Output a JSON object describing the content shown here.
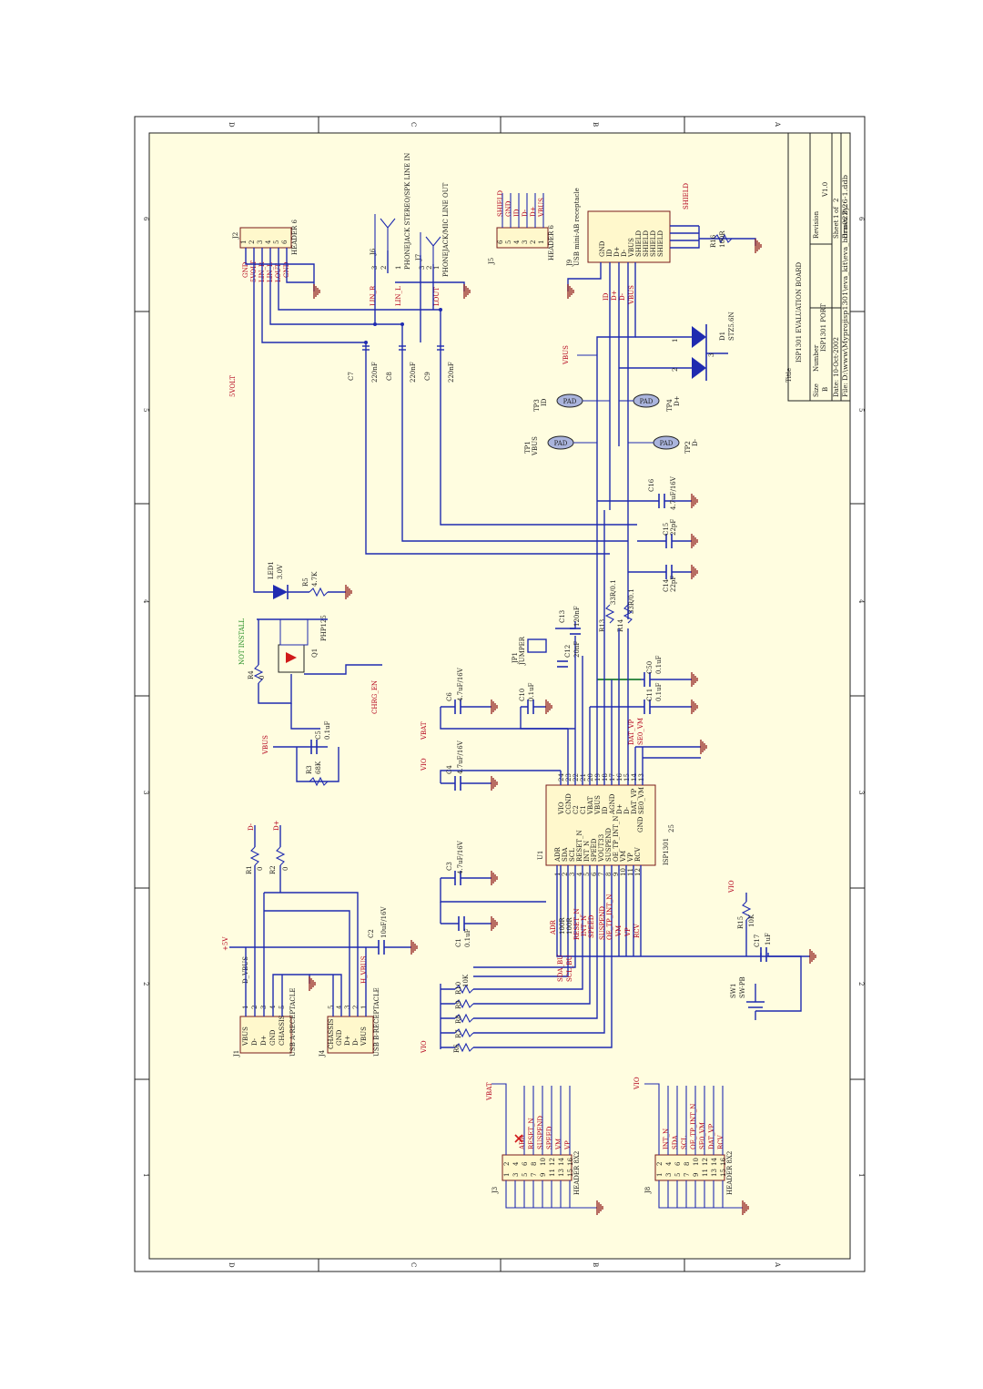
{
  "title_block": {
    "title_label": "Title",
    "title": "ISP1301 EVALUATION BOARD",
    "size_label": "Size",
    "size": "B",
    "number_label": "Number",
    "number": "ISP1301 PORT",
    "revision_label": "Revision",
    "revision": "V1.0",
    "date_label": "Date:",
    "date": "10-Oct-2002",
    "sheet_label": "Sheet",
    "sheet": "1",
    "of_label": "of",
    "sheets": "2",
    "file_label": "File:",
    "file": "D:\\www\\Myprojisp1301\\eva_kit\\eva_bdrn022\\26-1.ddb",
    "drawn_by_label": "Drawn By:"
  },
  "frame": {
    "zones_numbers": [
      "1",
      "2",
      "3",
      "4",
      "5",
      "6"
    ],
    "zones_letters": [
      "A",
      "B",
      "C",
      "D"
    ]
  },
  "parts": {
    "j2": {
      "ref": "J2",
      "value": "HEADER 6",
      "pins": [
        "1",
        "2",
        "3",
        "4",
        "5",
        "6"
      ],
      "nets": [
        "GND",
        "5VOLT",
        "LIN_R",
        "LIN_L",
        "LOUT",
        "GND"
      ]
    },
    "j5": {
      "ref": "J5",
      "value": "HEADER 6",
      "pins": [
        "6",
        "5",
        "4",
        "3",
        "2",
        "1"
      ],
      "nets": [
        "SHIELD",
        "GND",
        "ID",
        "D-",
        "D+",
        "VBUS"
      ]
    },
    "j9": {
      "ref": "J9",
      "value": "USB mini-AB receptacle",
      "pins": [
        "GND",
        "ID",
        "D+",
        "D-",
        "VBUS"
      ],
      "shields": [
        "SHIELD",
        "SHIELD",
        "SHIELD",
        "SHIELD"
      ],
      "nets": [
        "ID",
        "D+",
        "D-",
        "VBUS"
      ]
    },
    "j6": {
      "ref": "J6",
      "value": "PHONEJACK STEREO/SPK LINE IN",
      "pins": [
        "3",
        "2",
        "1"
      ]
    },
    "j7": {
      "ref": "J7",
      "value": "PHONEJACK/MIC LINE OUT",
      "pins": [
        "3",
        "2",
        "1"
      ]
    },
    "r16": {
      "ref": "R16",
      "value": "100R"
    },
    "shield_net": "SHIELD",
    "d1": {
      "ref": "D1",
      "value": "STZ5.6N",
      "pins": [
        "1",
        "2",
        "3"
      ]
    },
    "tp1": {
      "ref": "TP1",
      "net": "VBUS",
      "body": "PAD"
    },
    "tp2": {
      "ref": "TP2",
      "net": "D-",
      "body": "PAD"
    },
    "tp3": {
      "ref": "TP3",
      "net": "ID",
      "body": "PAD"
    },
    "tp4": {
      "ref": "TP4",
      "net": "D+",
      "body": "PAD"
    },
    "vbus_net": "VBUS",
    "c7": {
      "ref": "C7",
      "value": "220nF"
    },
    "c8": {
      "ref": "C8",
      "value": "220nF"
    },
    "c9": {
      "ref": "C9",
      "value": "220nF"
    },
    "lin_r": "LIN_R",
    "lin_l": "LIN_L",
    "lout": "LOUT",
    "c16": {
      "ref": "C16",
      "value": "4.7uF/16V"
    },
    "c15": {
      "ref": "C15",
      "value": "22pF"
    },
    "c14": {
      "ref": "C14",
      "value": "22pF"
    },
    "r13": {
      "ref": "R13",
      "value": "33R/0.1"
    },
    "r14": {
      "ref": "R14",
      "value": "33R/0.1"
    },
    "c13": {
      "ref": "C13",
      "value": "120nF"
    },
    "c12": {
      "ref": "C12",
      "value": "20nF"
    },
    "jp1": {
      "ref": "JP1",
      "value": "JUMPER"
    },
    "c50": {
      "ref": "C50",
      "value": "0.1uF"
    },
    "c11": {
      "ref": "C11",
      "value": "0.1uF"
    },
    "c10": {
      "ref": "C10",
      "value": "0.1uF"
    },
    "c6": {
      "ref": "C6",
      "value": "4.7uF/16V"
    },
    "c4": {
      "ref": "C4",
      "value": "4.7uF/16V"
    },
    "c3": {
      "ref": "C3",
      "value": "4.7uF/16V"
    },
    "c1": {
      "ref": "C1",
      "value": "0.1uF"
    },
    "c2": {
      "ref": "C2",
      "value": "10uF/16V"
    },
    "c5": {
      "ref": "C5",
      "value": "0.1uF"
    },
    "c17": {
      "ref": "C17",
      "value": "1uF"
    },
    "five_volt": "5VOLT",
    "led1": {
      "ref": "LED1",
      "value": "3.0V"
    },
    "r5": {
      "ref": "R5",
      "value": "4.7K"
    },
    "q1": {
      "ref": "Q1",
      "value": "PHP125",
      "not_install": "NOT INSTALL"
    },
    "r4": {
      "ref": "R4",
      "value": "0"
    },
    "r3": {
      "ref": "R3",
      "value": "68K"
    },
    "chrg_en": "CHRG_EN",
    "vbat": "VBAT",
    "vio": "VIO",
    "u1": {
      "ref": "U1",
      "value": "ISP1301",
      "left_pins": [
        {
          "num": "1",
          "name": "ADR"
        },
        {
          "num": "2",
          "name": "SDA"
        },
        {
          "num": "3",
          "name": "SCL"
        },
        {
          "num": "4",
          "name": "RESET_N"
        },
        {
          "num": "5",
          "name": "INT_N"
        },
        {
          "num": "6",
          "name": "SPEED"
        },
        {
          "num": "7",
          "name": "VOUT33"
        },
        {
          "num": "8",
          "name": "SUSPEND"
        },
        {
          "num": "9",
          "name": "OE_TP_INT_N"
        },
        {
          "num": "10",
          "name": "VM"
        },
        {
          "num": "11",
          "name": "VP"
        },
        {
          "num": "12",
          "name": "RCV"
        }
      ],
      "right_pins": [
        {
          "num": "24",
          "name": "VIO"
        },
        {
          "num": "23",
          "name": "CGND"
        },
        {
          "num": "22",
          "name": "C2"
        },
        {
          "num": "21",
          "name": "C1"
        },
        {
          "num": "20",
          "name": "VBAT"
        },
        {
          "num": "19",
          "name": "VBUS"
        },
        {
          "num": "18",
          "name": "ID"
        },
        {
          "num": "17",
          "name": "AGND"
        },
        {
          "num": "16",
          "name": "D+"
        },
        {
          "num": "15",
          "name": "D-"
        },
        {
          "num": "14",
          "name": "DAT_VP"
        },
        {
          "num": "13",
          "name": "SE0_VM"
        }
      ],
      "gnd_pin": "GND",
      "gnd_num": "25"
    },
    "u1_nets_left": [
      "ADR",
      "100R",
      "100R",
      "RESET_N",
      "INT_N",
      "SPEED",
      "SUSPEND",
      "OE_TP_INT_N",
      "VM",
      "VP",
      "RCV"
    ],
    "u1_nets_right": [
      "DAT_VP",
      "SE0_VM"
    ],
    "pullups": {
      "refs": [
        "R6",
        "R7",
        "R8",
        "R9",
        "R10"
      ],
      "value": "10K",
      "nets": [
        "SDA_BU",
        "SCL_BU"
      ]
    },
    "sw1": {
      "ref": "SW1",
      "value": "SW-PB"
    },
    "r15": {
      "ref": "R15",
      "value": "10K"
    },
    "j1": {
      "ref": "J1",
      "value": "USB A-RECEPTACLE",
      "pins": [
        "VBUS",
        "D-",
        "D+",
        "GND",
        "CHASSIS"
      ],
      "pin_nums": [
        "1",
        "2",
        "3",
        "4",
        "5"
      ],
      "net": "D_VBUS"
    },
    "j4": {
      "ref": "J4",
      "value": "USB B-RECEPTACLE",
      "pins": [
        "CHASSIS",
        "GND",
        "D+",
        "D-",
        "VBUS"
      ],
      "pin_nums": [
        "5",
        "4",
        "3",
        "2",
        "1"
      ],
      "net": "H_VBUS"
    },
    "r1": {
      "ref": "R1",
      "value": "0"
    },
    "r2": {
      "ref": "R2",
      "value": "0"
    },
    "dminus": "D-",
    "dplus": "D+",
    "plus5v": "+5V",
    "j3": {
      "ref": "J3",
      "value": "HEADER 8X2",
      "odd": [
        "1",
        "3",
        "5",
        "7",
        "9",
        "11",
        "13",
        "15"
      ],
      "even": [
        "2",
        "4",
        "6",
        "8",
        "10",
        "12",
        "14",
        "16"
      ],
      "nets": [
        "VBAT",
        "ADR",
        "RESET_N",
        "SUSPEND",
        "SPEED",
        "VM",
        "VP"
      ]
    },
    "j8": {
      "ref": "J8",
      "value": "HEADER 8X2",
      "odd": [
        "1",
        "3",
        "5",
        "7",
        "9",
        "11",
        "13",
        "15"
      ],
      "even": [
        "2",
        "4",
        "6",
        "8",
        "10",
        "12",
        "14",
        "16"
      ],
      "nets": [
        "VIO",
        "INT_N",
        "SDA",
        "SCL",
        "OE_TP_INT_N",
        "SE0_VM",
        "DAT_VP",
        "RCV"
      ]
    }
  }
}
